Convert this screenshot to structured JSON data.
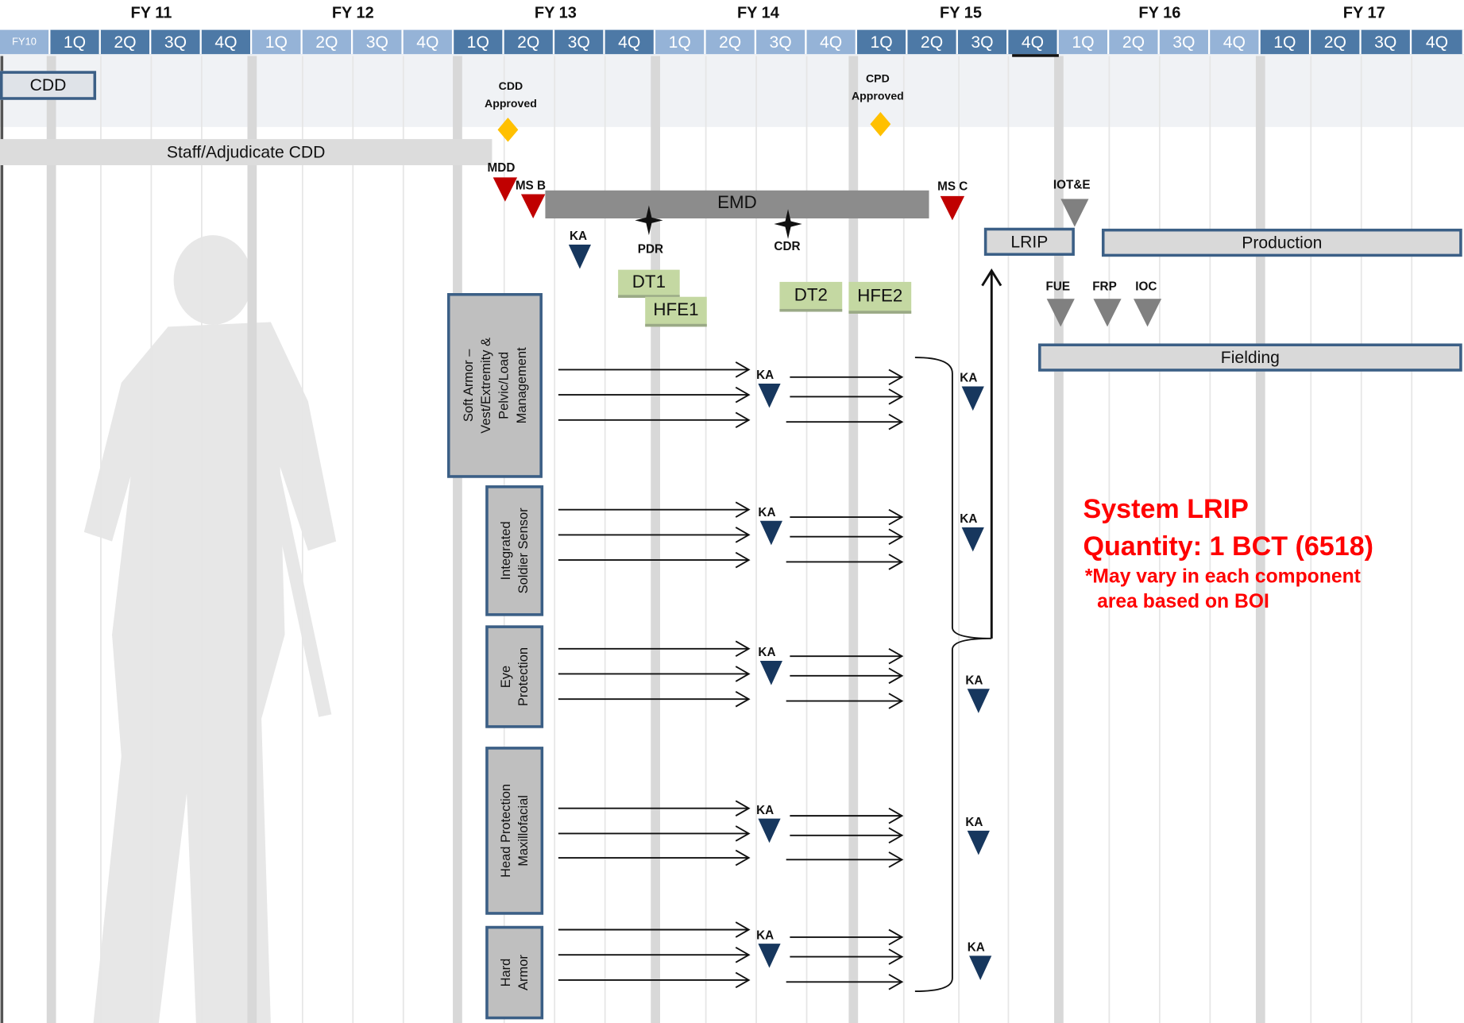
{
  "fiscal_years": [
    "FY 11",
    "FY 12",
    "FY 13",
    "FY 14",
    "FY 15",
    "FY 16",
    "FY 17"
  ],
  "fy10_label": "FY10",
  "quarters": [
    "1Q",
    "2Q",
    "3Q",
    "4Q"
  ],
  "bars": {
    "cdd": "CDD",
    "staff": "Staff/Adjudicate CDD",
    "emd": "EMD",
    "lrip": "LRIP",
    "production": "Production",
    "fielding": "Fielding"
  },
  "events": {
    "dt1": "DT1",
    "hfe1": "HFE1",
    "dt2": "DT2",
    "hfe2": "HFE2"
  },
  "milestones": {
    "cdd_approved_1": "CDD",
    "cdd_approved_2": "Approved",
    "cpd_approved_1": "CPD",
    "cpd_approved_2": "Approved",
    "mdd": "MDD",
    "ms_b": "MS B",
    "ms_c": "MS C",
    "iote": "IOT&E",
    "ka": "KA",
    "pdr": "PDR",
    "cdr": "CDR",
    "fue": "FUE",
    "frp": "FRP",
    "ioc": "IOC"
  },
  "components": [
    {
      "lines": [
        "Soft Armor –",
        "Vest/Extremity &",
        "Pelvic/Load",
        "Management"
      ]
    },
    {
      "lines": [
        "Integrated",
        "Soldier Sensor"
      ]
    },
    {
      "lines": [
        "Eye",
        "Protection"
      ]
    },
    {
      "lines": [
        "Head Protection",
        "Maxillofacial"
      ]
    },
    {
      "lines": [
        "Hard",
        "Armor"
      ]
    }
  ],
  "note": {
    "line1": "System LRIP",
    "line2a": "Quantity",
    "line2b": ": 1 BCT (6518)",
    "line3": "*May vary in each component",
    "line4": "area based on BOI"
  },
  "colors": {
    "quarter_dark": "#4d79a6",
    "quarter_light": "#95b3d7",
    "milestone_red": "#c00000",
    "milestone_navy": "#17375e",
    "milestone_gray": "#808080",
    "approval_gold": "#ffc000",
    "note_red": "#ff0000"
  }
}
